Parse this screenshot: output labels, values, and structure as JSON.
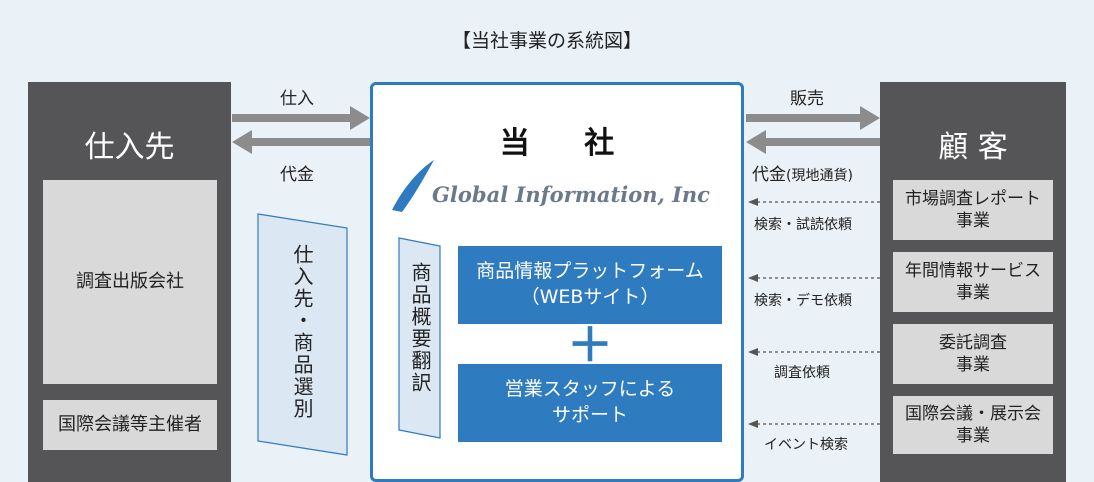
{
  "title": "【当社事業の系統図】",
  "supplier": {
    "heading": "仕入先",
    "boxes": [
      "調査出版会社",
      "国際会議等主催者"
    ]
  },
  "company": {
    "heading": "当 社",
    "logo": "Global Information, Inc",
    "vertical_label": "商品概要翻訳",
    "platform": [
      "商品情報プラットフォーム",
      "（WEBサイト）"
    ],
    "plus": "＋",
    "support": [
      "営業スタッフによる",
      "サポート"
    ]
  },
  "selection_label": "仕入先・商品選別",
  "flows_left": {
    "purchase": "仕入",
    "payment": "代金"
  },
  "flows_right": {
    "sales": "販売",
    "payment": "代金",
    "payment_note": "(現地通貨)",
    "requests": [
      "検索・試読依頼",
      "検索・デモ依頼",
      "調査依頼",
      "イベント検索"
    ]
  },
  "customer": {
    "heading": "顧 客",
    "boxes": [
      [
        "市場調査レポート",
        "事業"
      ],
      [
        "年間情報サービス",
        "事業"
      ],
      [
        "委託調査",
        "事業"
      ],
      [
        "国際会議・展示会",
        "事業"
      ]
    ]
  },
  "colors": {
    "background": "#eaf1f7",
    "dark_column": "#555557",
    "grey_box": "#d9d9d9",
    "accent_blue": "#2f7bc0",
    "arrow_grey": "#8c8c8c"
  }
}
